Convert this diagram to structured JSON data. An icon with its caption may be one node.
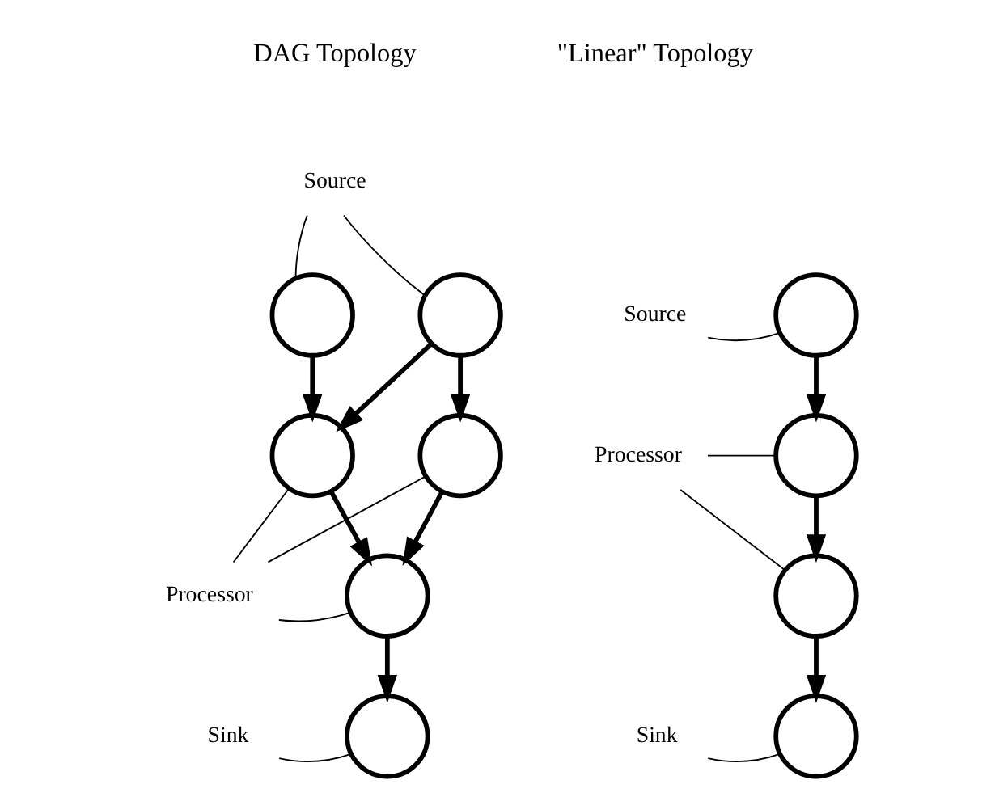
{
  "diagram": {
    "nodes": [
      {
        "text": [],
        "shape": "circle"
      },
      {
        "text": [],
        "shape": "circle"
      },
      {
        "text": [],
        "shape": "circle"
      },
      {
        "text": [],
        "shape": "circle"
      },
      {
        "text": [],
        "shape": "circle"
      },
      {
        "text": [],
        "shape": "circle"
      },
      {
        "text": [],
        "shape": "circle"
      },
      {
        "text": [],
        "shape": "circle"
      },
      {
        "text": [],
        "shape": "circle"
      },
      {
        "text": [],
        "shape": "circle"
      },
      {
        "text": [
          "Source"
        ]
      },
      {
        "text": [
          "Processor"
        ]
      },
      {
        "text": [
          "Sink"
        ]
      },
      {
        "text": [
          "Source"
        ]
      },
      {
        "text": [
          "Processor"
        ]
      },
      {
        "text": [
          "Sink"
        ]
      }
    ],
    "edges": [
      {
        "from": 0,
        "to": 2,
        "arrow": "to",
        "style": "thick"
      },
      {
        "from": 1,
        "to": 2,
        "arrow": "to",
        "style": "thick"
      },
      {
        "from": 1,
        "to": 3,
        "arrow": "to",
        "style": "thick"
      },
      {
        "from": 2,
        "to": 4,
        "arrow": "to",
        "style": "thick"
      },
      {
        "from": 3,
        "to": 4,
        "arrow": "to",
        "style": "thick"
      },
      {
        "from": 4,
        "to": 5,
        "arrow": "to",
        "style": "thick"
      },
      {
        "from": 6,
        "to": 7,
        "arrow": "to",
        "style": "thick"
      },
      {
        "from": 7,
        "to": 8,
        "arrow": "to",
        "style": "thick"
      },
      {
        "from": 8,
        "to": 9,
        "arrow": "to",
        "style": "thick"
      },
      {
        "from": 10,
        "to": 0,
        "arrow": "none"
      },
      {
        "from": 10,
        "to": 1,
        "arrow": "none"
      },
      {
        "from": 11,
        "to": 2,
        "arrow": "none"
      },
      {
        "from": 11,
        "to": 3,
        "arrow": "none"
      },
      {
        "from": 11,
        "to": 4,
        "arrow": "none"
      },
      {
        "from": 12,
        "to": 5,
        "arrow": "none"
      },
      {
        "from": 13,
        "to": 6,
        "arrow": "none"
      },
      {
        "from": 14,
        "to": 7,
        "arrow": "none"
      },
      {
        "from": 14,
        "to": 8,
        "arrow": "none"
      },
      {
        "from": 15,
        "to": 9,
        "arrow": "none"
      }
    ],
    "labels": [
      "DAG Topology",
      "\"Linear\" Topology"
    ]
  }
}
